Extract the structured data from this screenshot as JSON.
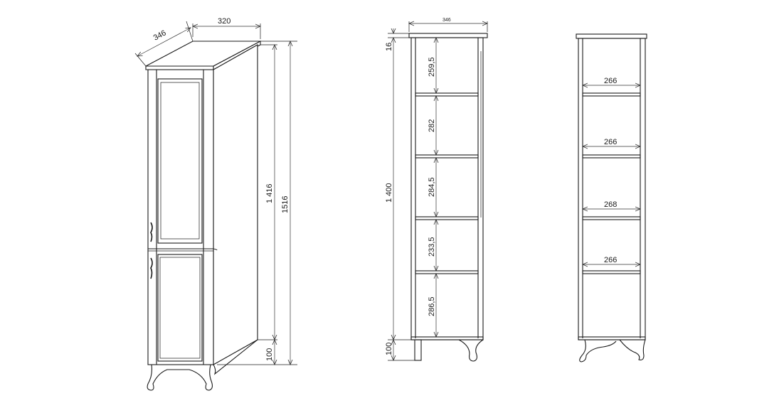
{
  "perspective": {
    "depth": "346",
    "width": "320",
    "body_height": "1 416",
    "total_height": "1516",
    "leg_height": "100"
  },
  "front": {
    "top_width": "346",
    "top_thickness": "16",
    "shelf_gaps": [
      "259,5",
      "282",
      "284,5",
      "233,5",
      "286,5"
    ],
    "body_height": "1 400",
    "leg_height": "100"
  },
  "side": {
    "shelf_widths": [
      "266",
      "266",
      "268",
      "266"
    ]
  }
}
